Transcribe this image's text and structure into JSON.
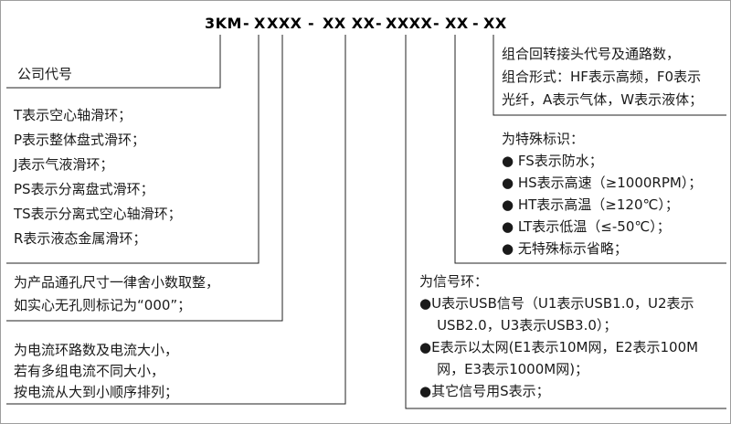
{
  "title": {
    "segments": [
      "3KM",
      "X",
      "XXX",
      "XX XX",
      "XXXX",
      "XX",
      "XX"
    ],
    "separator": "-"
  },
  "notes": {
    "company": {
      "lines": [
        "公司代号"
      ]
    },
    "type": {
      "lines": [
        "T表示空心轴滑环；",
        "P表示整体盘式滑环；",
        "J表示气液滑环；",
        "PS表示分离盘式滑环；",
        "TS表示分离式空心轴滑环；",
        "R表示液态金属滑环；"
      ]
    },
    "bore": {
      "lines": [
        "为产品通孔尺寸一律舍小数取整，",
        "如实心无孔则标记为“000”；"
      ]
    },
    "current": {
      "lines": [
        "为电流环路数及电流大小，",
        "若有多组电流不同大小，",
        "按电流从大到小顺序排列；"
      ]
    },
    "combo": {
      "lines": [
        "组合回转接头代号及通路数，",
        "组合形式：HF表示高频，F0表示",
        "光纤，A表示气体，W表示液体；"
      ]
    },
    "special": {
      "lines": [
        "为特殊标识：",
        "● FS表示防水；",
        "● HS表示高速（≥1000RPM）；",
        "● HT表示高温（≥120℃）；",
        "● LT表示低温（≤-50℃）；",
        "● 无特殊标示省略；"
      ]
    },
    "signal": {
      "lines": [
        "为信号环：",
        "●U表示USB信号（U1表示USB1.0，U2表示",
        "    USB2.0，U3表示USB3.0）；",
        "●E表示以太网(E1表示10M网，E2表示100M",
        "    网，E3表示1000M网)；",
        "●其它信号用S表示；"
      ]
    }
  },
  "colors": {
    "line": "#222222",
    "text": "#1a1a1a",
    "background": "#ffffff",
    "border": "#9e9e9e"
  }
}
